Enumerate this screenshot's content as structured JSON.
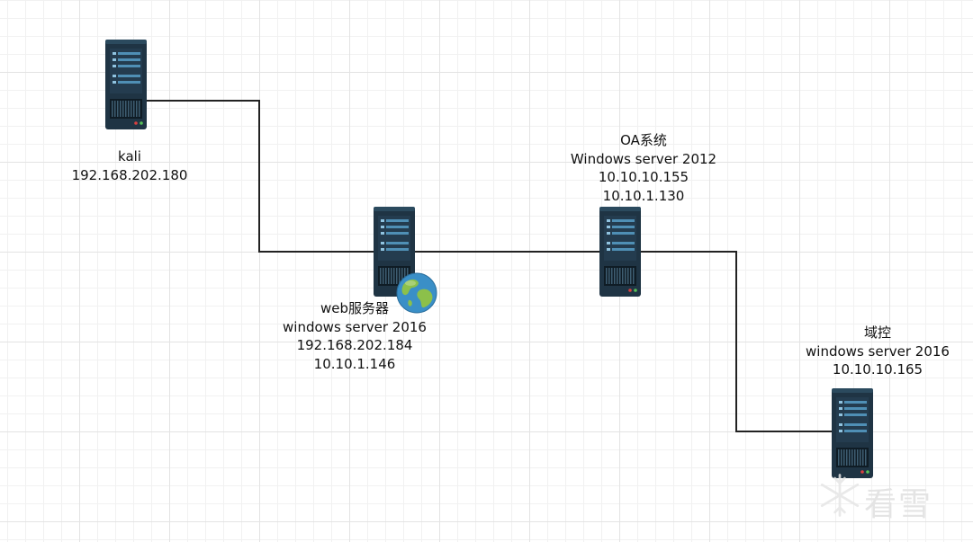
{
  "nodes": [
    {
      "id": "kali",
      "lines": [
        "kali",
        "192.168.202.180"
      ]
    },
    {
      "id": "web",
      "lines": [
        "web服务器",
        "windows server 2016",
        "192.168.202.184",
        "10.10.1.146"
      ]
    },
    {
      "id": "oa",
      "lines": [
        "OA系统",
        "Windows server 2012",
        "10.10.10.155",
        "10.10.1.130"
      ]
    },
    {
      "id": "dc",
      "lines": [
        "域控",
        "windows server 2016",
        "10.10.10.165"
      ]
    }
  ],
  "watermark": {
    "text": "看雪"
  },
  "colors": {
    "server_body": "#1f3444",
    "server_panel": "#2b4a5e",
    "server_bars": "#4f8fb5",
    "led_red": "#d94040",
    "link": "#222222",
    "globe_water": "#3a8fc7",
    "globe_land": "#8cc04a"
  }
}
